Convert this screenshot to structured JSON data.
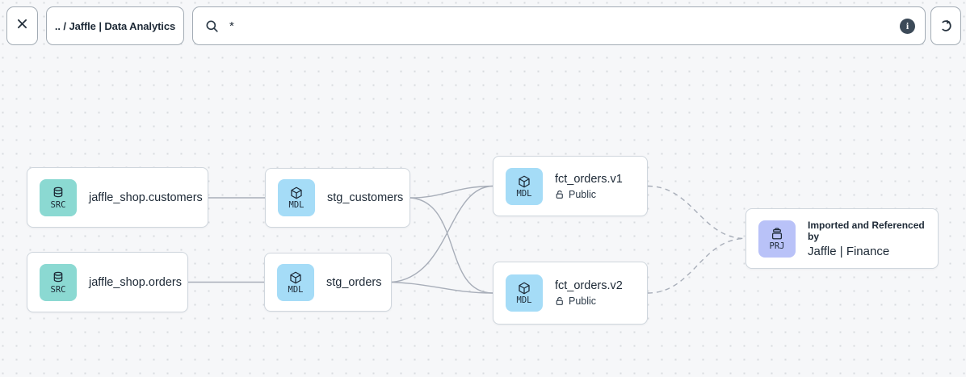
{
  "toolbar": {
    "breadcrumb": ".. / Jaffle | Data Analytics",
    "search_value": "*",
    "info_glyph": "i"
  },
  "nodes": {
    "source_customers": {
      "type": "SRC",
      "label": "jaffle_shop.customers"
    },
    "source_orders": {
      "type": "SRC",
      "label": "jaffle_shop.orders"
    },
    "stg_customers": {
      "type": "MDL",
      "label": "stg_customers"
    },
    "stg_orders": {
      "type": "MDL",
      "label": "stg_orders"
    },
    "fct_orders_v1": {
      "type": "MDL",
      "label": "fct_orders.v1",
      "access": "Public"
    },
    "fct_orders_v2": {
      "type": "MDL",
      "label": "fct_orders.v2",
      "access": "Public"
    },
    "project_finance": {
      "type": "PRJ",
      "caption": "Imported and Referenced by",
      "label": "Jaffle | Finance"
    }
  },
  "icons": {
    "close": "x-cross",
    "search": "magnifier",
    "info": "filled-circle-i",
    "refresh": "clockwise-arrow",
    "source": "database-cylinder",
    "model": "cube",
    "project": "archive-box",
    "public_access": "unlocked-padlock"
  },
  "colors": {
    "canvas": "#f6f7f9",
    "source_badge": "#8bd9d2",
    "model_badge": "#a5dcf7",
    "project_badge": "#b9c2f8",
    "edge": "#a8aeb9",
    "text": "#1d2936"
  }
}
